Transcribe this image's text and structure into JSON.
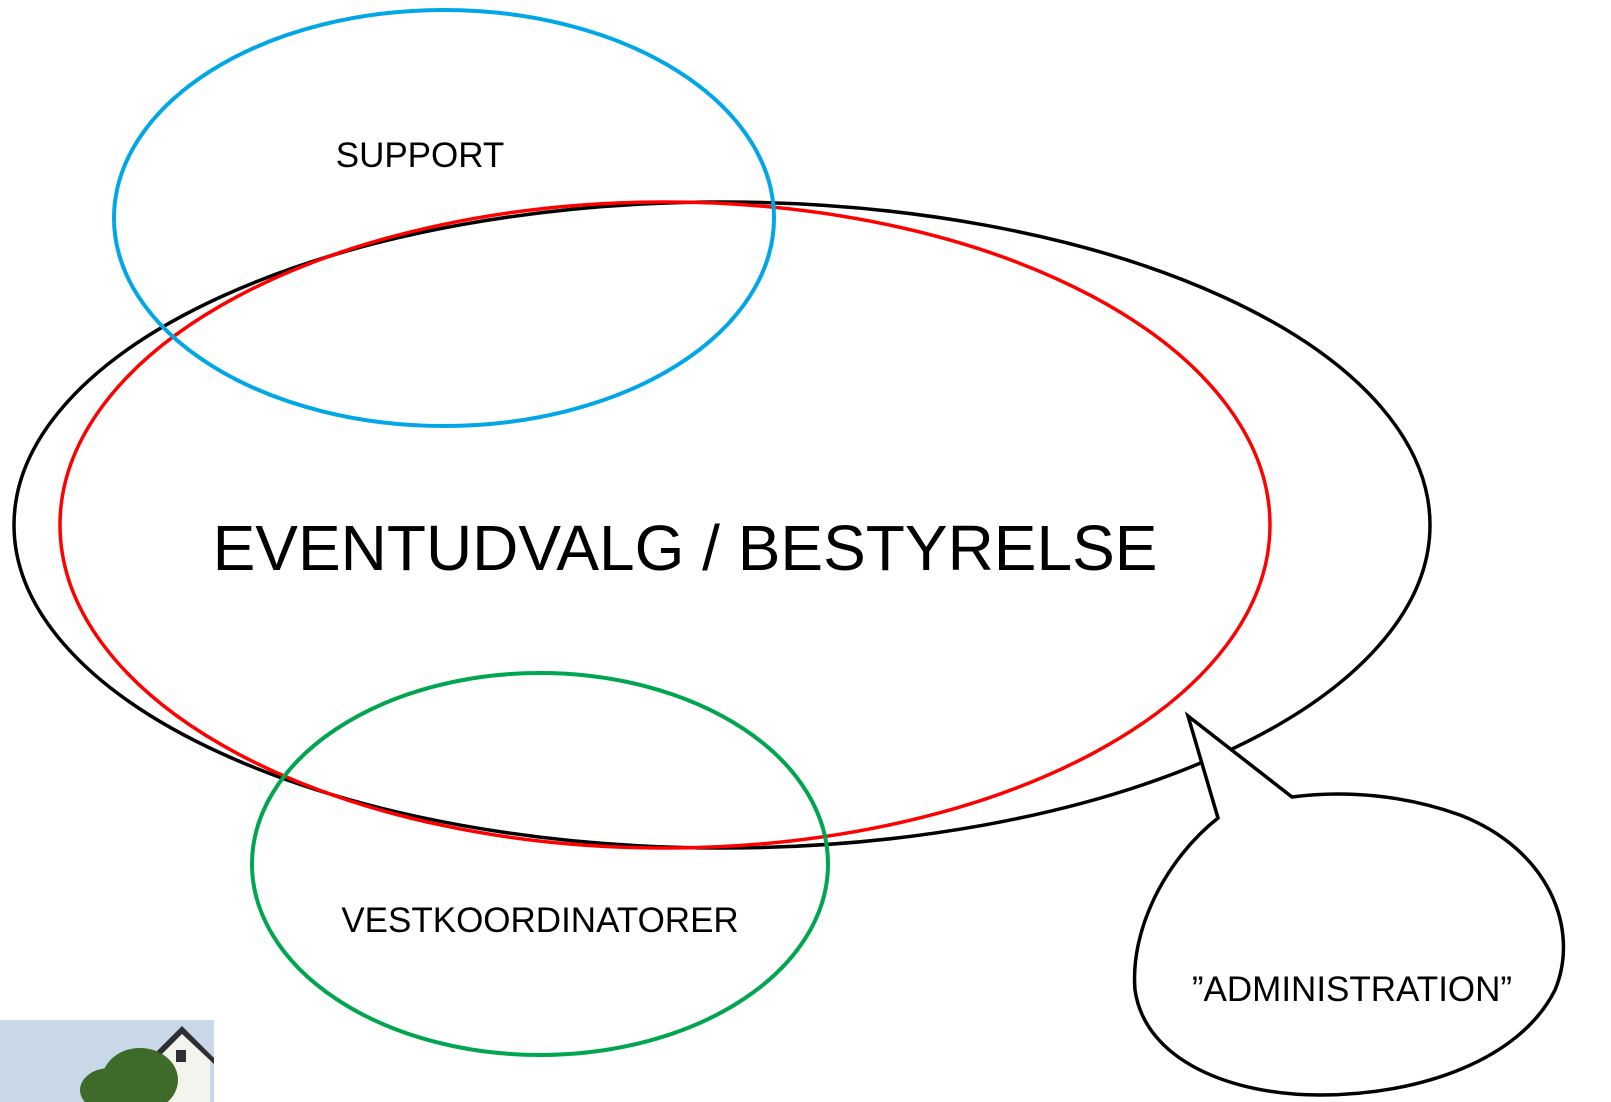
{
  "diagram": {
    "main_label": "EVENTUDVALG / BESTYRELSE",
    "support_label": "SUPPORT",
    "vest_label": "VESTKOORDINATORER",
    "admin_label": "”ADMINISTRATION”"
  },
  "colors": {
    "outer_ellipse": "#000000",
    "red_ellipse": "#ff0000",
    "support_ellipse": "#00a6e6",
    "vest_ellipse": "#00a550",
    "callout": "#000000"
  },
  "photo": {
    "sky": "#c9d8e8",
    "trees": "#3f6b2a",
    "house": "#f4f4ef",
    "roof": "#2f2f33"
  }
}
